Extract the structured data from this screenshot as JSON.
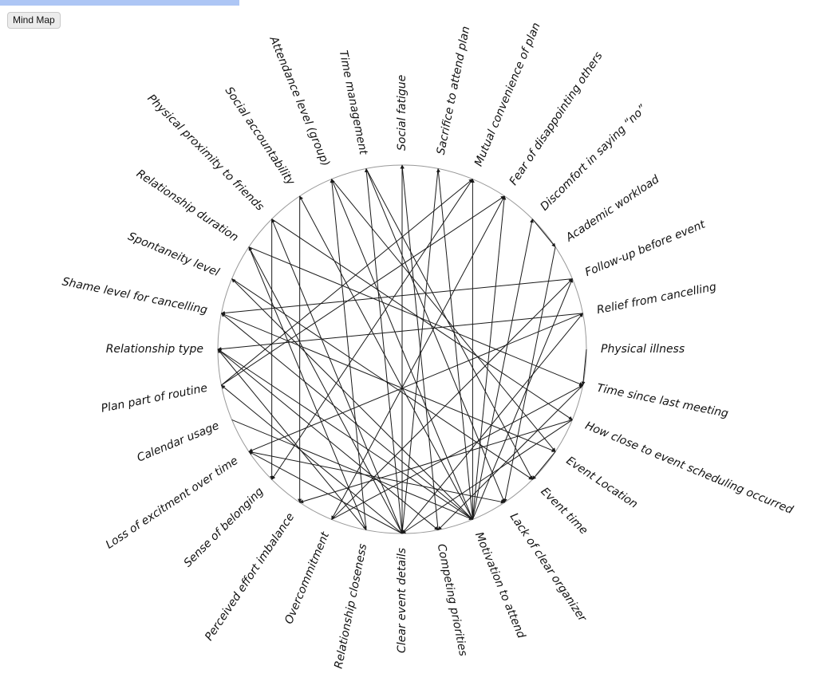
{
  "toolbar": {
    "mind_map_label": "Mind Map"
  },
  "colors": {
    "edge": "#1a1a1a",
    "circle": "#999999",
    "progress": "#adc6f5"
  },
  "nodes": [
    "Social fatigue",
    "Sacrifice to attend plan",
    "Mutual convenience of plan",
    "Fear of disappointing others",
    "Discomfort in saying “no”",
    "Academic workload",
    "Follow-up before event",
    "Relief from cancelling",
    "Physical illness",
    "Time since last meeting",
    "How close to event scheduling occurred",
    "Event Location",
    "Event time",
    "Lack of clear organizer",
    "Motivation to attend",
    "Competing priorities",
    "Clear event details",
    "Relationship closeness",
    "Overcommitment",
    "Perceived effort imbalance",
    "Sense of belonging",
    "Loss of excitment over time",
    "Calendar usage",
    "Plan part of routine",
    "Relationship type",
    "Shame level for cancelling",
    "Spontaneity level",
    "Relationship duration",
    "Physical proximity to friends",
    "Social accountability",
    "Attendance level (group)",
    "Time management"
  ],
  "edges": [
    [
      14,
      3
    ],
    [
      14,
      2
    ],
    [
      14,
      29
    ],
    [
      14,
      30
    ],
    [
      14,
      26
    ],
    [
      14,
      25
    ],
    [
      14,
      24
    ],
    [
      14,
      4
    ],
    [
      14,
      6
    ],
    [
      14,
      1
    ],
    [
      16,
      31
    ],
    [
      16,
      28
    ],
    [
      16,
      23
    ],
    [
      16,
      0
    ],
    [
      16,
      7
    ],
    [
      16,
      27
    ],
    [
      16,
      21
    ],
    [
      15,
      0
    ],
    [
      17,
      30
    ],
    [
      17,
      24
    ],
    [
      18,
      6
    ],
    [
      18,
      9
    ],
    [
      6,
      25
    ],
    [
      7,
      24
    ],
    [
      7,
      21
    ],
    [
      23,
      2
    ],
    [
      23,
      3
    ],
    [
      28,
      20
    ],
    [
      29,
      19
    ],
    [
      27,
      9
    ],
    [
      28,
      10
    ],
    [
      4,
      5
    ],
    [
      8,
      9
    ],
    [
      11,
      12
    ],
    [
      10,
      16
    ],
    [
      9,
      15
    ],
    [
      24,
      15
    ],
    [
      22,
      14
    ],
    [
      21,
      13
    ],
    [
      30,
      11
    ],
    [
      31,
      12
    ],
    [
      3,
      18
    ],
    [
      5,
      13
    ],
    [
      10,
      19
    ],
    [
      26,
      12
    ],
    [
      25,
      11
    ],
    [
      2,
      20
    ],
    [
      1,
      16
    ],
    [
      27,
      17
    ],
    [
      31,
      13
    ]
  ]
}
